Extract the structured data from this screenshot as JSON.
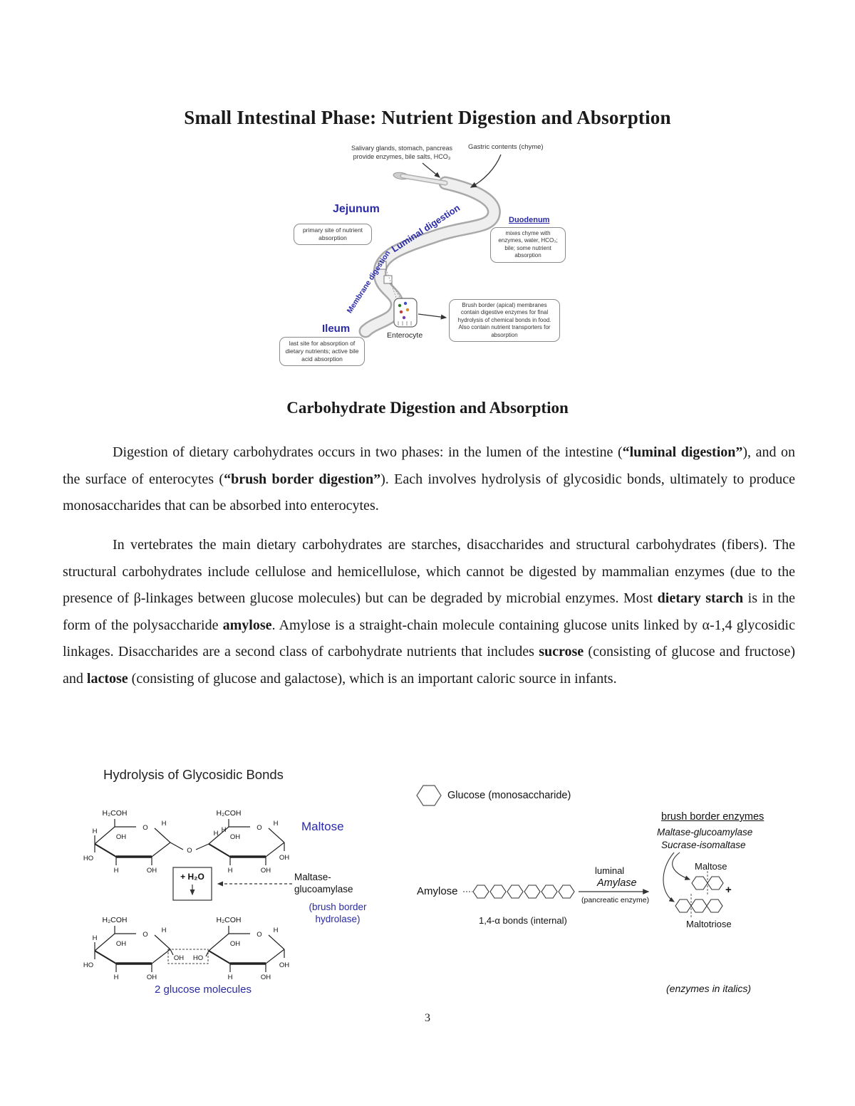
{
  "doc": {
    "title": "Small Intestinal Phase: Nutrient Digestion and Absorption",
    "page_number": "3"
  },
  "colors": {
    "diagram_blue": "#2a2aa6",
    "text_black": "#1a1a1a"
  },
  "gi_diagram": {
    "top_note": "Salivary glands, stomach, pancreas provide enzymes, bile salts, HCO₃",
    "gastric_label": "Gastric contents (chyme)",
    "jejunum": {
      "label": "Jejunum",
      "note": "primary site of nutrient absorption"
    },
    "duodenum": {
      "label": "Duodenum",
      "note": "mixes chyme with enzymes, water, HCO₃; bile; some nutrient absorption"
    },
    "ileum": {
      "label": "Ileum",
      "note": "last site for absorption of dietary nutrients; active bile acid absorption"
    },
    "luminal_digestion": "Luminal digestion",
    "membrane_digestion": "Membrane digestion",
    "enterocyte_label": "Enterocyte",
    "brush_border_note": "Brush border (apical) membranes contain digestive enzymes for final hydrolysis of chemical bonds in food.  Also contain nutrient transporters for absorption"
  },
  "section": {
    "heading": "Carbohydrate Digestion and Absorption",
    "p1": [
      {
        "t": "Digestion of dietary carbohydrates occurs in two phases: in the lumen of the intestine (",
        "b": false
      },
      {
        "t": "“luminal digestion”",
        "b": true
      },
      {
        "t": "), and on the surface of enterocytes (",
        "b": false
      },
      {
        "t": "“brush border digestion”",
        "b": true
      },
      {
        "t": ").  Each involves hydrolysis of glycosidic bonds, ultimately to produce monosaccharides that can be absorbed into enterocytes.",
        "b": false
      }
    ],
    "p2": [
      {
        "t": "In vertebrates the main dietary carbohydrates are starches, disaccharides and structural carbohydrates (fibers).  The structural carbohydrates include cellulose and hemicellulose, which cannot be digested by mammalian enzymes (due to the presence of β-linkages between glucose molecules) but can be degraded by microbial enzymes.  Most ",
        "b": false
      },
      {
        "t": "dietary starch",
        "b": true
      },
      {
        "t": " is in the form of the polysaccharide ",
        "b": false
      },
      {
        "t": "amylose",
        "b": true
      },
      {
        "t": ".  Amylose is a straight-chain molecule containing glucose units linked by α-1,4 glycosidic linkages.  Disaccharides are a second class of carbohydrate nutrients that includes ",
        "b": false
      },
      {
        "t": "sucrose",
        "b": true
      },
      {
        "t": " (consisting of glucose and fructose) and ",
        "b": false
      },
      {
        "t": "lactose",
        "b": true
      },
      {
        "t": " (consisting of glucose and galactose), which is an important caloric source in infants.",
        "b": false
      }
    ]
  },
  "hydrolysis_fig": {
    "title": "Hydrolysis of Glycosidic Bonds",
    "maltose": "Maltose",
    "water": "+ H₂O",
    "enzyme": "Maltase-glucoamylase",
    "enzyme_note": "(brush border hydrolase)",
    "product": "2 glucose molecules",
    "atoms": {
      "ch2oh": "H₂COH",
      "o": "O",
      "oh": "OH",
      "ho": "HO",
      "h": "H"
    }
  },
  "amylose_fig": {
    "glucose_legend": "Glucose (monosaccharide)",
    "brush_border": "brush border enzymes",
    "enzyme1": "Maltase-glucoamylase",
    "enzyme2": "Sucrase-isomaltase",
    "amylose": "Amylose",
    "luminal": "luminal",
    "amylase": "Amylase",
    "pancreatic": "(pancreatic enzyme)",
    "bonds": "1,4-α bonds (internal)",
    "maltose": "Maltose",
    "plus": "+",
    "maltotriose": "Maltotriose",
    "note": "(enzymes in italics)"
  }
}
